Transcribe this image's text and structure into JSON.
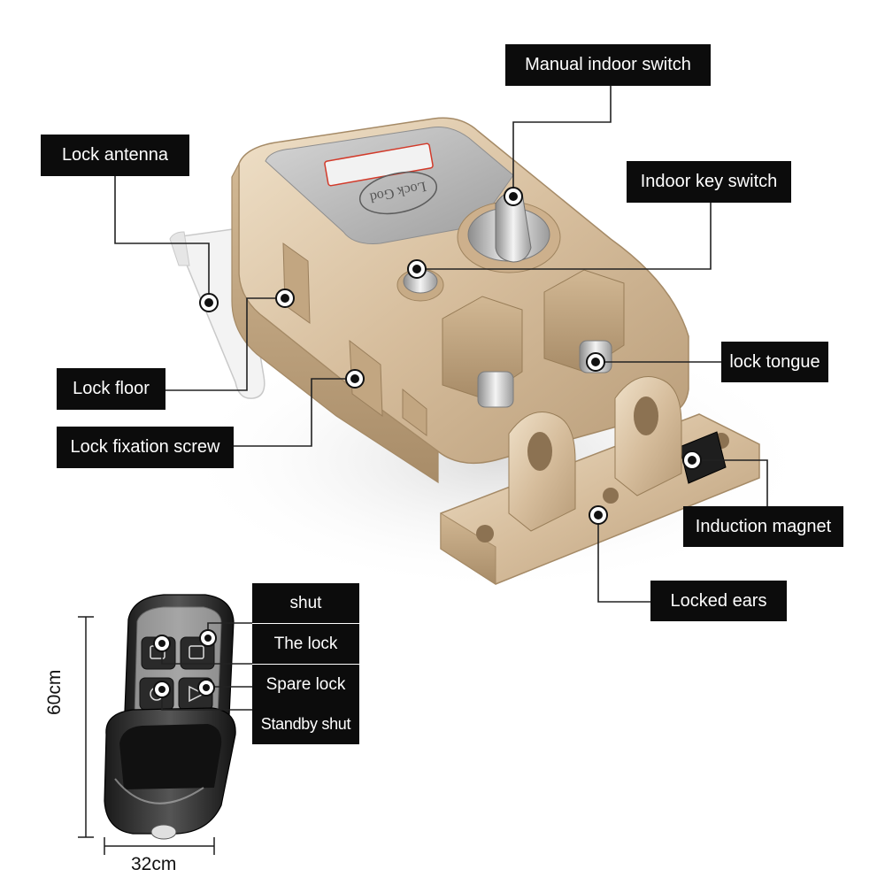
{
  "labels": {
    "manual_indoor_switch": "Manual indoor switch",
    "lock_antenna": "Lock antenna",
    "indoor_key_switch": "Indoor key switch",
    "lock_tongue": "lock tongue",
    "lock_floor": "Lock floor",
    "lock_fixation_screw": "Lock fixation screw",
    "induction_magnet": "Induction magnet",
    "locked_ears": "Locked ears",
    "shut": "shut",
    "the_lock": "The lock",
    "spare_lock": "Spare lock",
    "standby_shut": "Standby shut"
  },
  "device": {
    "panel_text": "Lock God"
  },
  "dimensions": {
    "height": "60cm",
    "width": "32cm"
  },
  "colors": {
    "label_bg": "#0c0c0c",
    "label_text": "#ffffff",
    "body_gold": "#d8c0a0",
    "panel_gray": "#b9b9b9"
  }
}
